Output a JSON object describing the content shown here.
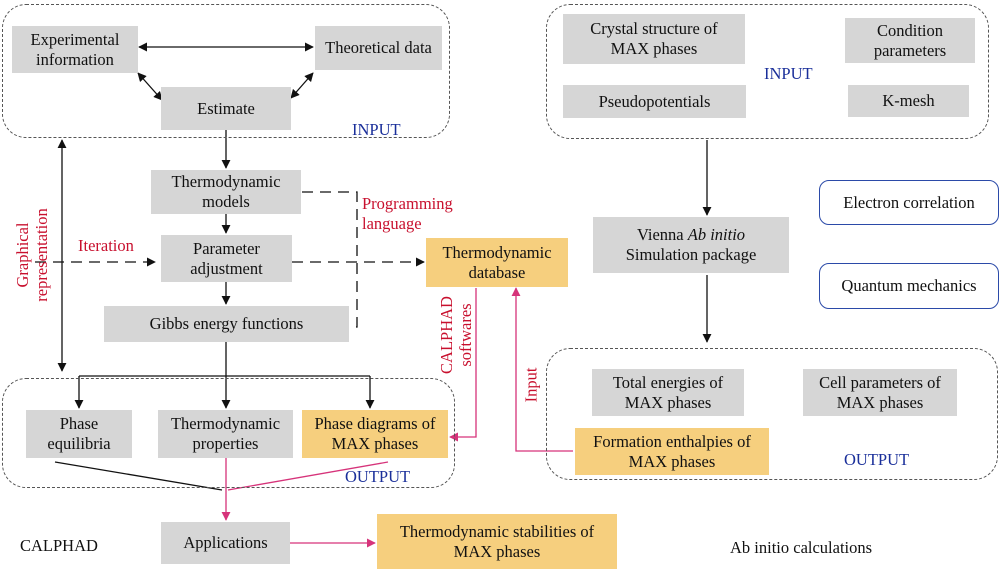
{
  "calphad": {
    "input_label": "INPUT",
    "output_label": "OUTPUT",
    "side_label": "CALPHAD",
    "nodes": {
      "experimental": "Experimental\ninformation",
      "theoretical": "Theoretical data",
      "estimate": "Estimate",
      "models": "Thermodynamic\nmodels",
      "parameter": "Parameter\nadjustment",
      "gibbs": "Gibbs energy functions",
      "phase_equilibria": "Phase\nequilibria",
      "thermo_properties": "Thermodynamic\nproperties",
      "phase_diagrams": "Phase diagrams of\nMAX phases",
      "applications": "Applications",
      "stabilities": "Thermodynamic stabilities of\nMAX phases",
      "database": "Thermodynamic\ndatabase"
    },
    "annotations": {
      "graphical": "Graphical\nrepresentation",
      "iteration": "Iteration",
      "programming": "Programming\nlanguage",
      "softwares": "CALPHAD\nsoftwares",
      "input_arrow": "Input"
    }
  },
  "abinitio": {
    "input_label": "INPUT",
    "output_label": "OUTPUT",
    "side_label": "Ab initio calculations",
    "nodes": {
      "crystal": "Crystal structure of\nMAX phases",
      "condition": "Condition\nparameters",
      "pseudo": "Pseudopotentials",
      "kmesh": "K-mesh",
      "vasp_line1": "Vienna ",
      "vasp_italic": "Ab initio",
      "vasp_line2": "Simulation package",
      "electron": "Electron correlation",
      "quantum": "Quantum mechanics",
      "total": "Total energies of\nMAX phases",
      "cell": "Cell parameters of\nMAX phases",
      "formation": "Formation enthalpies of\nMAX phases"
    }
  },
  "colors": {
    "grey_box": "#d6d6d6",
    "highlight_box": "#f6cf7e",
    "group_label": "#1a2f9a",
    "annotation": "#c8102e",
    "data_flow_arrow": "#d6337a",
    "outline_box": "#2b4aa8"
  }
}
